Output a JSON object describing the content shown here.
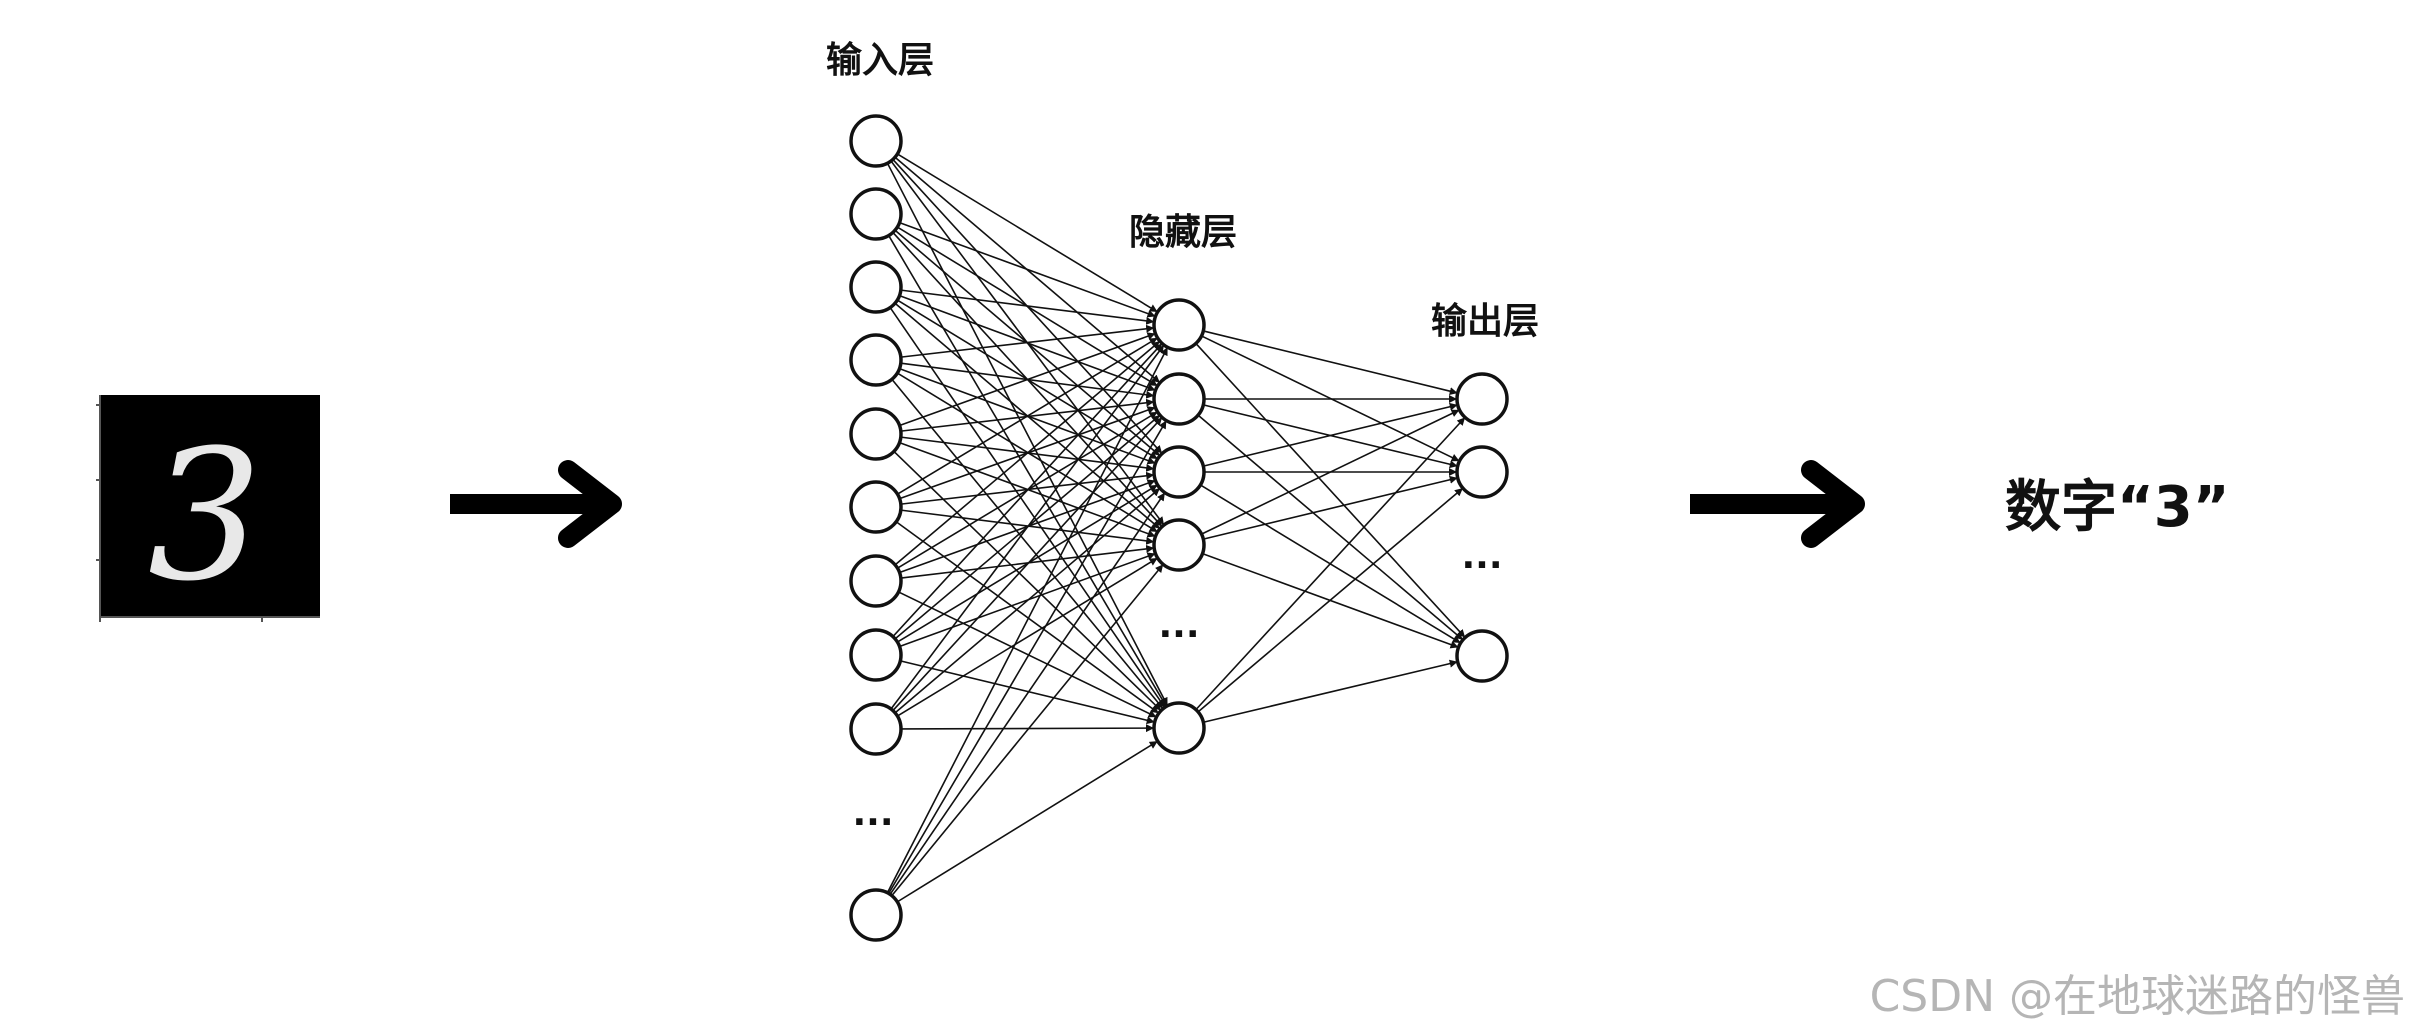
{
  "input_layer": {
    "label": "输入层",
    "ellipsis": "..."
  },
  "hidden_layer": {
    "label": "隐藏层",
    "ellipsis": "..."
  },
  "output_layer": {
    "label": "输出层",
    "ellipsis": "..."
  },
  "input_image": {
    "digit": "3"
  },
  "result": {
    "text": "数字“3”"
  },
  "watermark": {
    "text": "CSDN @在地球迷路的怪兽"
  }
}
